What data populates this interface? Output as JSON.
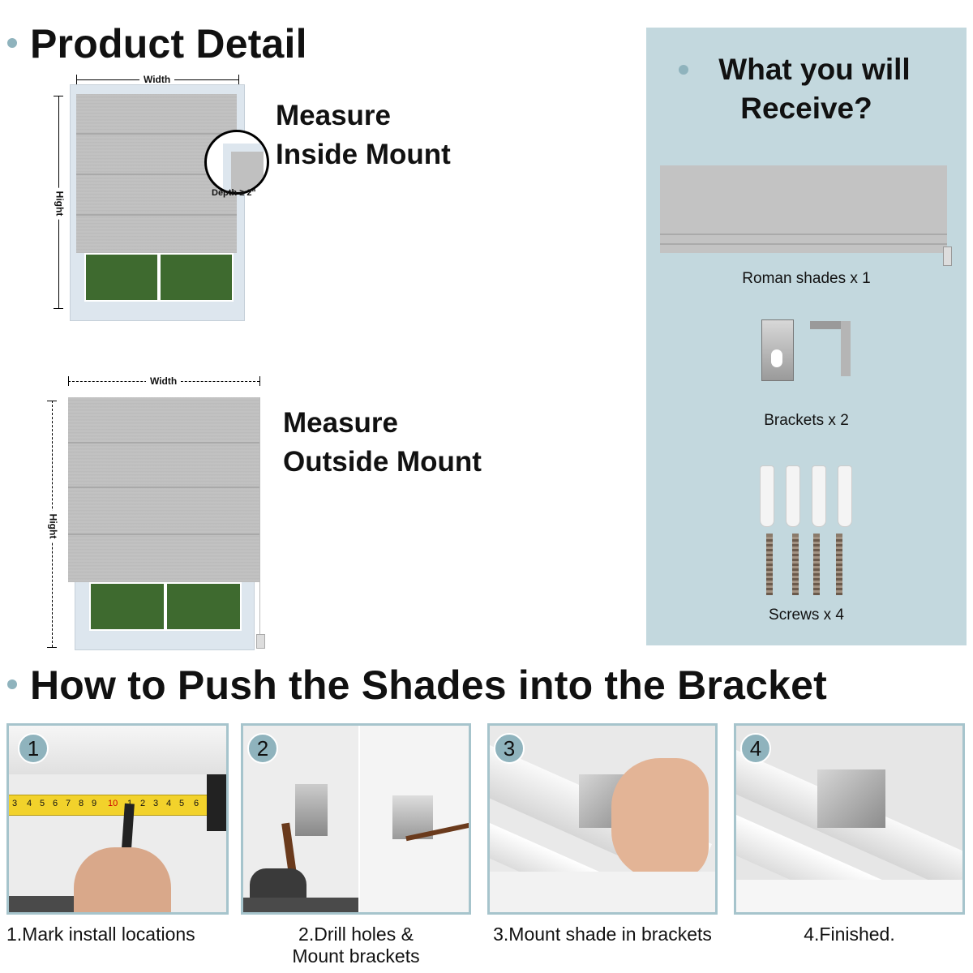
{
  "product_detail": {
    "title": "Product Detail",
    "inside": {
      "measure_line1": "Measure",
      "measure_line2": "Inside Mount",
      "width_label": "Width",
      "height_label": "Hight",
      "depth_label": "Depth ≥ 2\""
    },
    "outside": {
      "measure_line1": "Measure",
      "measure_line2": "Outside Mount",
      "width_label": "Width",
      "height_label": "Hight"
    }
  },
  "receive": {
    "title_line1": "What you will",
    "title_line2": "Receive?",
    "items": [
      {
        "label": "Roman shades x 1"
      },
      {
        "label": "Brackets x 2"
      },
      {
        "label": "Screws x 4"
      }
    ]
  },
  "howto": {
    "title": "How to Push the Shades into the Bracket",
    "steps": [
      {
        "number": "1",
        "caption_line1": "1.Mark install locations",
        "caption_line2": ""
      },
      {
        "number": "2",
        "caption_line1": "2.Drill holes &",
        "caption_line2": "Mount brackets"
      },
      {
        "number": "3",
        "caption_line1": "3.Mount shade in brackets",
        "caption_line2": ""
      },
      {
        "number": "4",
        "caption_line1": "4.Finished.",
        "caption_line2": ""
      }
    ],
    "tape_numbers": [
      "3",
      "4",
      "5",
      "6",
      "7",
      "8",
      "9",
      "10",
      "1",
      "2",
      "3",
      "4",
      "5",
      "6"
    ]
  },
  "colors": {
    "accent": "#8fb3bd",
    "panel": "#c3d8de",
    "fabric": "#c0c0c0",
    "frame": "#dde6ee"
  }
}
